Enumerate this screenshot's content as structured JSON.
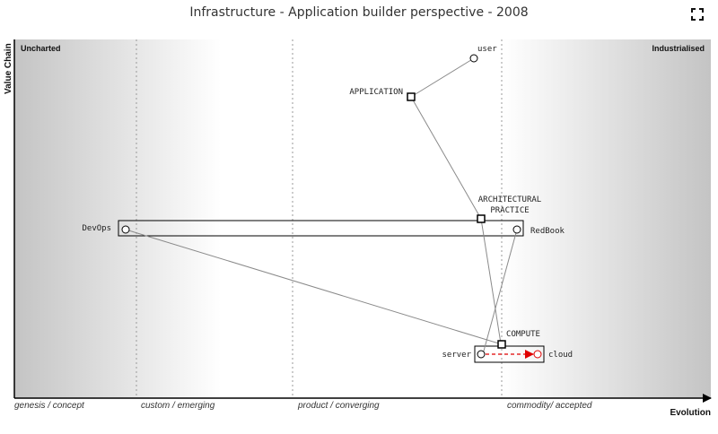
{
  "title": "Infrastructure - Application builder perspective - 2008",
  "icons": {
    "expand": "expand-icon"
  },
  "map": {
    "corner_left": "Uncharted",
    "corner_right": "Industrialised",
    "y_axis_label": "Value Chain",
    "x_axis_label": "Evolution",
    "stages": [
      "genesis / concept",
      "custom / emerging",
      "product / converging",
      "commodity/ accepted"
    ],
    "components": {
      "user": "user",
      "application": "APPLICATION",
      "architectural_practice_1": "ARCHITECTURAL",
      "architectural_practice_2": "PRACTICE",
      "devops": "DevOps",
      "redbook": "RedBook",
      "compute": "COMPUTE",
      "server": "server",
      "cloud": "cloud"
    },
    "colors": {
      "evolution_arrow": "#e00000",
      "links": "#8a8a8a"
    }
  }
}
